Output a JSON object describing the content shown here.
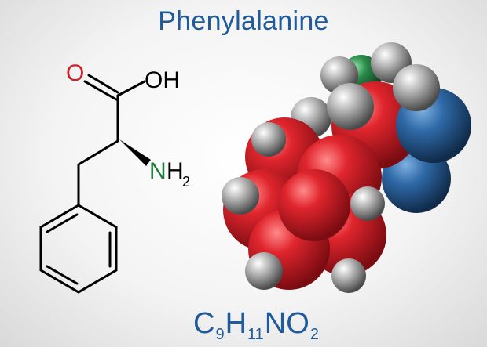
{
  "title": "Phenylalanine",
  "formula": {
    "parts": [
      {
        "text": "C",
        "sub": "9"
      },
      {
        "text": "H",
        "sub": "11"
      },
      {
        "text": "N",
        "sub": ""
      },
      {
        "text": "O",
        "sub": "2"
      }
    ]
  },
  "structure": {
    "atoms": {
      "carbonyl_o": "O",
      "hydroxyl": "OH",
      "amine_n": "N",
      "amine_h": "H",
      "amine_sub": "2"
    },
    "colors": {
      "oxygen": "#d0202a",
      "nitrogen": "#1c7a3c",
      "bond": "#000000"
    }
  },
  "model": {
    "colors": {
      "oxygen_carbon": "#d0202a",
      "hydrogen": "#9a9a9a",
      "nitrogen": "#2a5a8c",
      "green": "#2a8a4a"
    }
  }
}
